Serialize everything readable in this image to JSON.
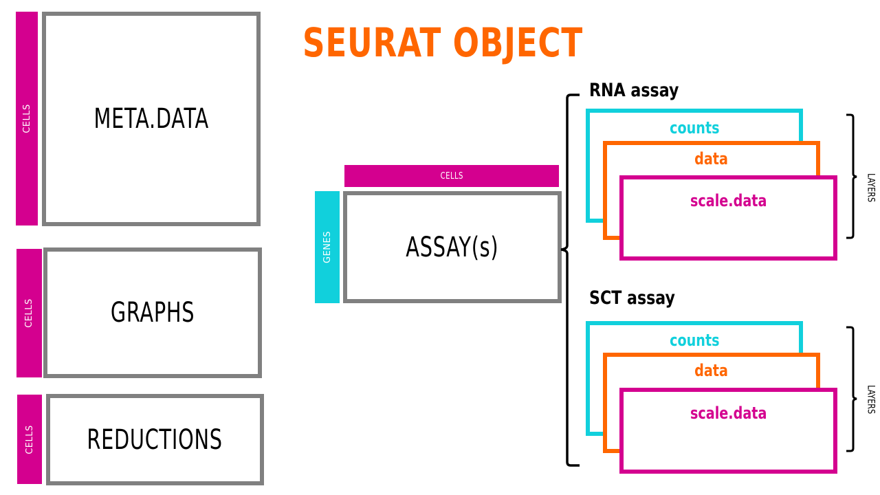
{
  "title": "SEURAT OBJECT",
  "colors": {
    "title": "#ff6600",
    "cells_bar": "#d4008f",
    "genes_bar": "#11d0dc",
    "slot_border": "#808080",
    "counts": "#11d0dc",
    "data": "#ff6600",
    "scale_data": "#d4008f"
  },
  "slots": {
    "meta_data": {
      "label": "META.DATA",
      "axis": "CELLS"
    },
    "graphs": {
      "label": "GRAPHS",
      "axis": "CELLS"
    },
    "reductions": {
      "label": "REDUCTIONS",
      "axis": "CELLS"
    },
    "assays": {
      "label": "ASSAY(s)",
      "col_axis": "CELLS",
      "row_axis": "GENES"
    }
  },
  "assays": [
    {
      "name": "RNA assay",
      "layers": [
        "counts",
        "data",
        "scale.data"
      ],
      "bracket_label": "LAYERS"
    },
    {
      "name": "SCT assay",
      "layers": [
        "counts",
        "data",
        "scale.data"
      ],
      "bracket_label": "LAYERS"
    }
  ]
}
